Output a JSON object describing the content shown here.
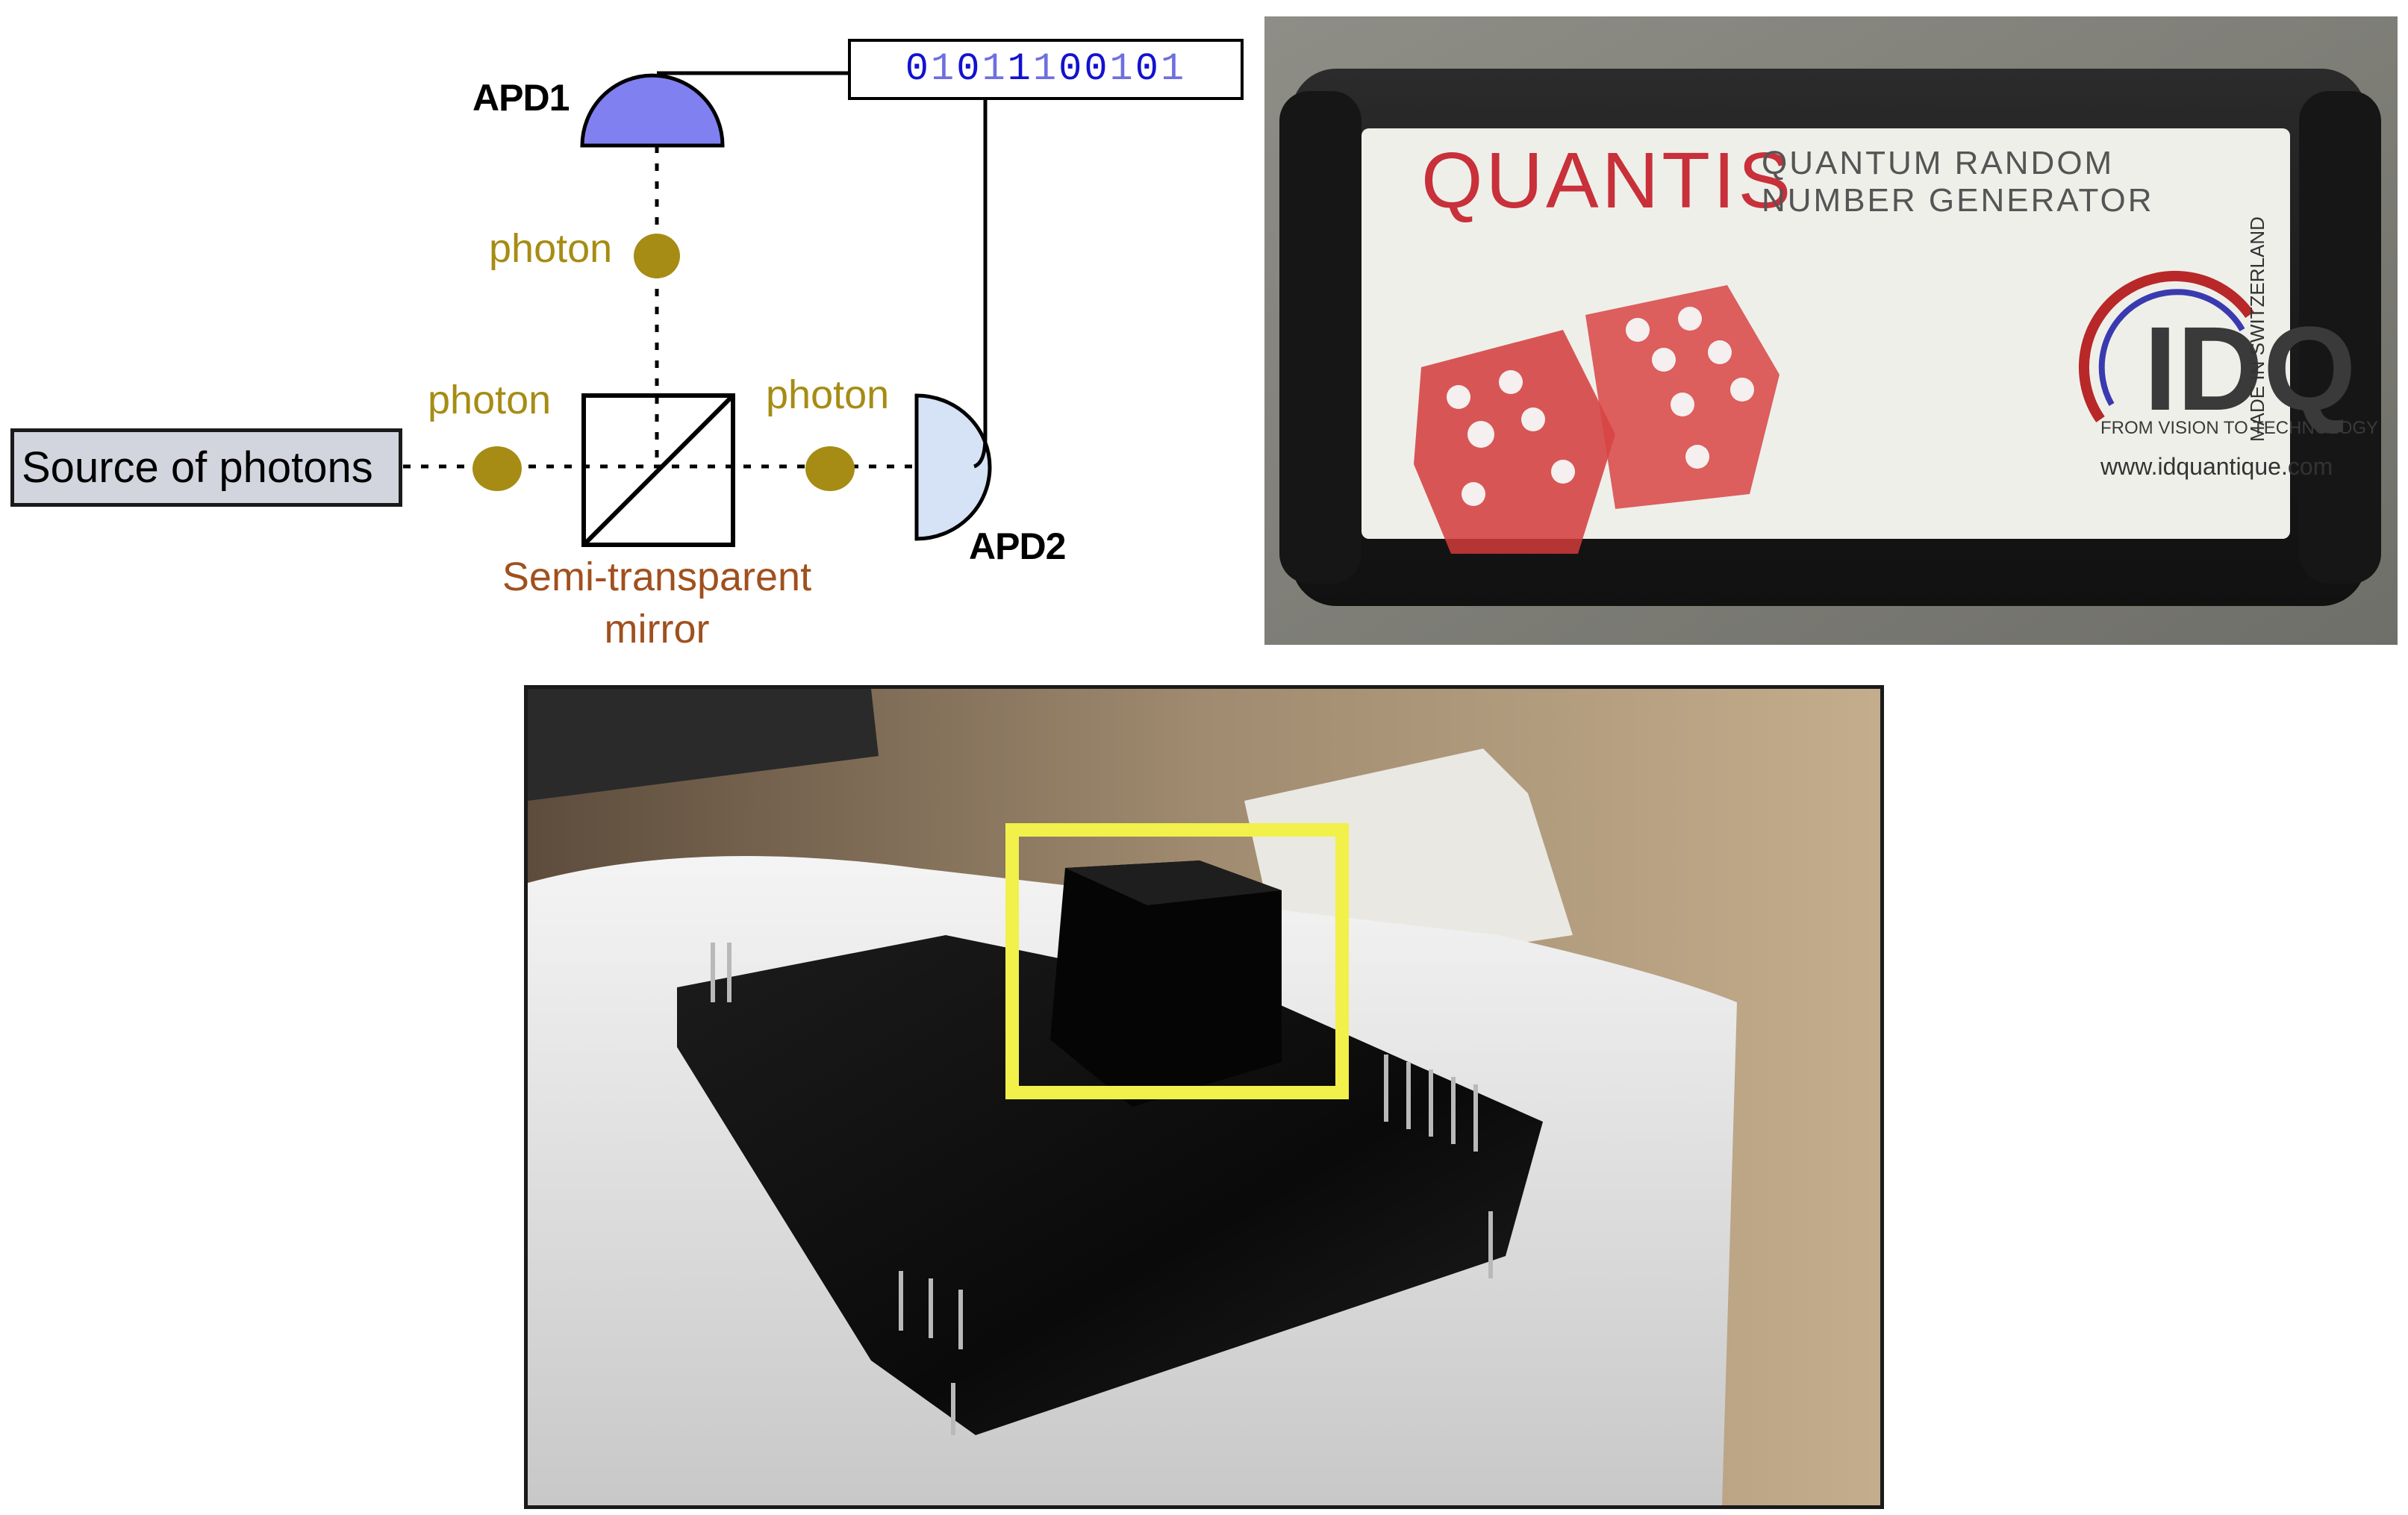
{
  "diagram": {
    "source_label": "Source of photons",
    "photon_labels": [
      "photon",
      "photon",
      "photon"
    ],
    "apd1_label": "APD1",
    "apd2_label": "APD2",
    "mirror_label_line1": "Semi-transparent",
    "mirror_label_line2": "mirror",
    "bits": [
      "0",
      "1",
      "0",
      "1",
      "1",
      "1",
      "0",
      "0",
      "1",
      "0",
      "1"
    ],
    "bit_styles": [
      "d",
      "l",
      "d",
      "l",
      "d",
      "l",
      "d",
      "d",
      "l",
      "d",
      "l"
    ],
    "colors": {
      "photon": "#a68c14",
      "apd1": "#8080f0",
      "apd2": "#d6e2f6",
      "mirror_text": "#a0501e",
      "source_box": "#d3d5de",
      "bit_dark": "#1212d0",
      "bit_light": "#6f6fe0"
    }
  },
  "device_photo": {
    "brand": "QUANTIS",
    "product_line1": "QUANTUM RANDOM",
    "product_line2": "NUMBER GENERATOR",
    "side_text": "MADE IN SWITZERLAND",
    "logo_text": "IDQ",
    "tagline": "FROM VISION TO TECHNOLOGY",
    "url": "www.idquantique.com"
  },
  "chip_photo": {
    "highlight_color": "#f2f04a"
  }
}
